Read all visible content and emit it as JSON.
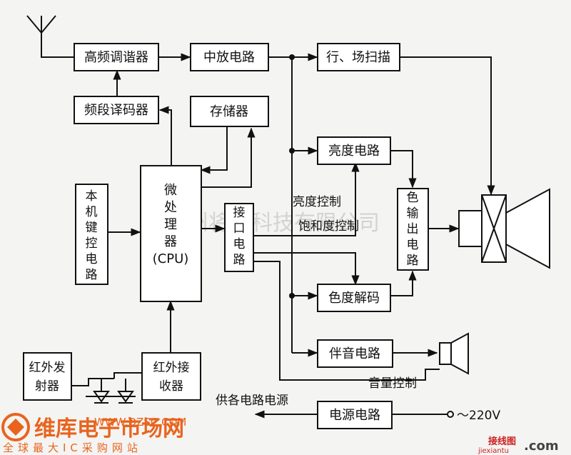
{
  "blocks": {
    "hf_tuner": "高频调谐器",
    "if_amp": "中放电路",
    "scan": "行、场扫描",
    "band_decoder": "频段译码器",
    "memory": "存储器",
    "brightness": "亮度电路",
    "keypad": [
      "本",
      "机",
      "键",
      "控",
      "电",
      "路"
    ],
    "cpu": [
      "微",
      "处",
      "理",
      "器",
      "(CPU)"
    ],
    "interface": [
      "接",
      "口",
      "电",
      "路"
    ],
    "color_out": [
      "色",
      "输",
      "出",
      "电",
      "路"
    ],
    "chroma_decode": "色度解码",
    "sound": "伴音电路",
    "ir_tx": [
      "红外发",
      "射器"
    ],
    "ir_rx": [
      "红外接",
      "收器"
    ],
    "power": "电源电路"
  },
  "labels": {
    "brightness_ctrl": "亮度控制",
    "saturation_ctrl": "饱和度控制",
    "volume_ctrl": "音量控制",
    "supply": "供各电路电源",
    "mains": "～220V"
  },
  "watermark": "杭州将睿科技有限公司",
  "logo": {
    "name": "维库电子市场网",
    "url": "WWW.DZSC.COM",
    "slogan": "全球最大IC采购网站",
    "site2_cn": "接线图",
    "site2_en": "jiexiantu",
    "site2_dom": ".com"
  },
  "colors": {
    "line": "#111111",
    "logo_orange": "#e8641e",
    "site2_red": "#cc2222"
  }
}
